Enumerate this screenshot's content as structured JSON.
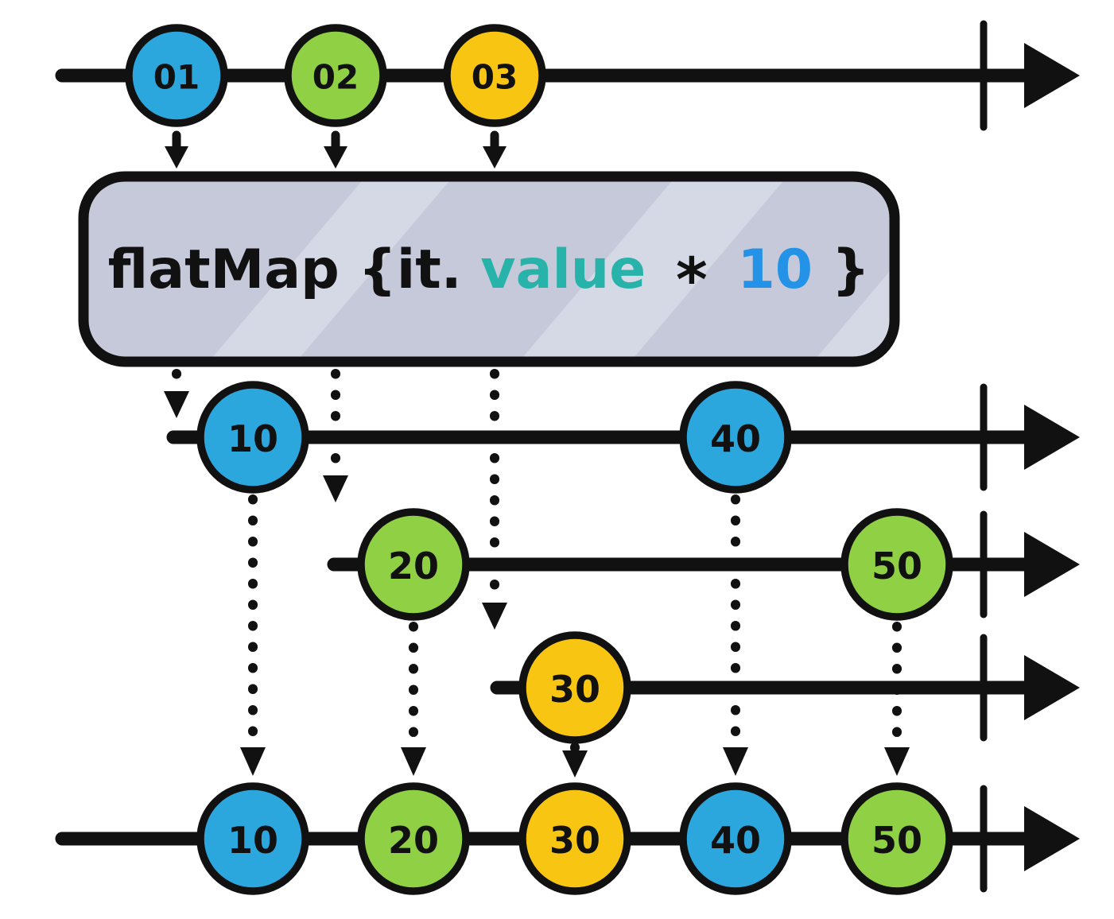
{
  "colors": {
    "blue": "#2ba7de",
    "green": "#8fd044",
    "yellow": "#f9c513",
    "teal": "#27b3a9",
    "accent_blue": "#2492e6",
    "box_fill": "#c6c9da",
    "box_stripe": "#d5d8e5",
    "ink": "#111111"
  },
  "operator_box": {
    "prefix": "flatMap {it.",
    "property": "value",
    "operator": "*",
    "factor": "10",
    "suffix": "}"
  },
  "source_stream": {
    "marbles": [
      {
        "label": "01",
        "color": "blue"
      },
      {
        "label": "02",
        "color": "green"
      },
      {
        "label": "03",
        "color": "yellow"
      }
    ]
  },
  "inner_streams": [
    {
      "marbles": [
        {
          "label": "10",
          "color": "blue"
        },
        {
          "label": "40",
          "color": "blue"
        }
      ]
    },
    {
      "marbles": [
        {
          "label": "20",
          "color": "green"
        },
        {
          "label": "50",
          "color": "green"
        }
      ]
    },
    {
      "marbles": [
        {
          "label": "30",
          "color": "yellow"
        }
      ]
    }
  ],
  "output_stream": {
    "marbles": [
      {
        "label": "10",
        "color": "blue"
      },
      {
        "label": "20",
        "color": "green"
      },
      {
        "label": "30",
        "color": "yellow"
      },
      {
        "label": "40",
        "color": "blue"
      },
      {
        "label": "50",
        "color": "green"
      }
    ]
  }
}
